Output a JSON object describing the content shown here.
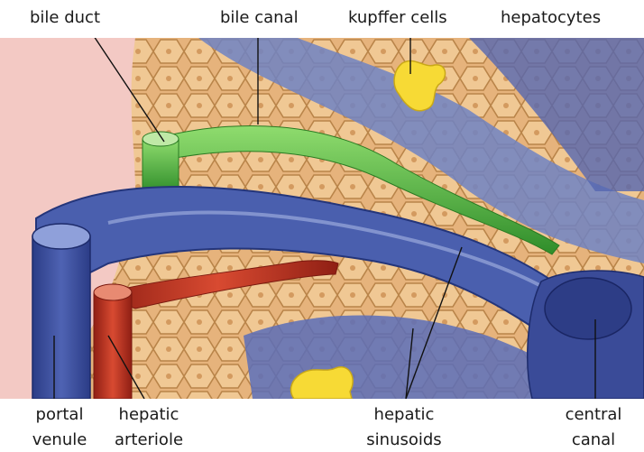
{
  "labels": {
    "bile_duct": "bile duct",
    "bile_canal": "bile canal",
    "kupffer_cells": "kupffer cells",
    "hepatocytes": "hepatocytes",
    "portal": "portal",
    "venule": "venule",
    "hepatic_1": "hepatic",
    "arteriole": "arteriole",
    "hepatic_2": "hepatic",
    "sinusoids": "sinusoids",
    "central": "central",
    "canal": "canal"
  },
  "colors": {
    "background": "#ffffff",
    "pink_tissue": "#f3c9c4",
    "hepatocyte_fill": "#e6b37c",
    "hepatocyte_edge": "#b98449",
    "vessel_blue": "#3c4f9c",
    "vessel_blue_light": "#7e8fcc",
    "bile_green": "#4fb63d",
    "artery_red": "#c0392b",
    "kupffer_yellow": "#f7da35",
    "label_text": "#1a1a1a"
  }
}
